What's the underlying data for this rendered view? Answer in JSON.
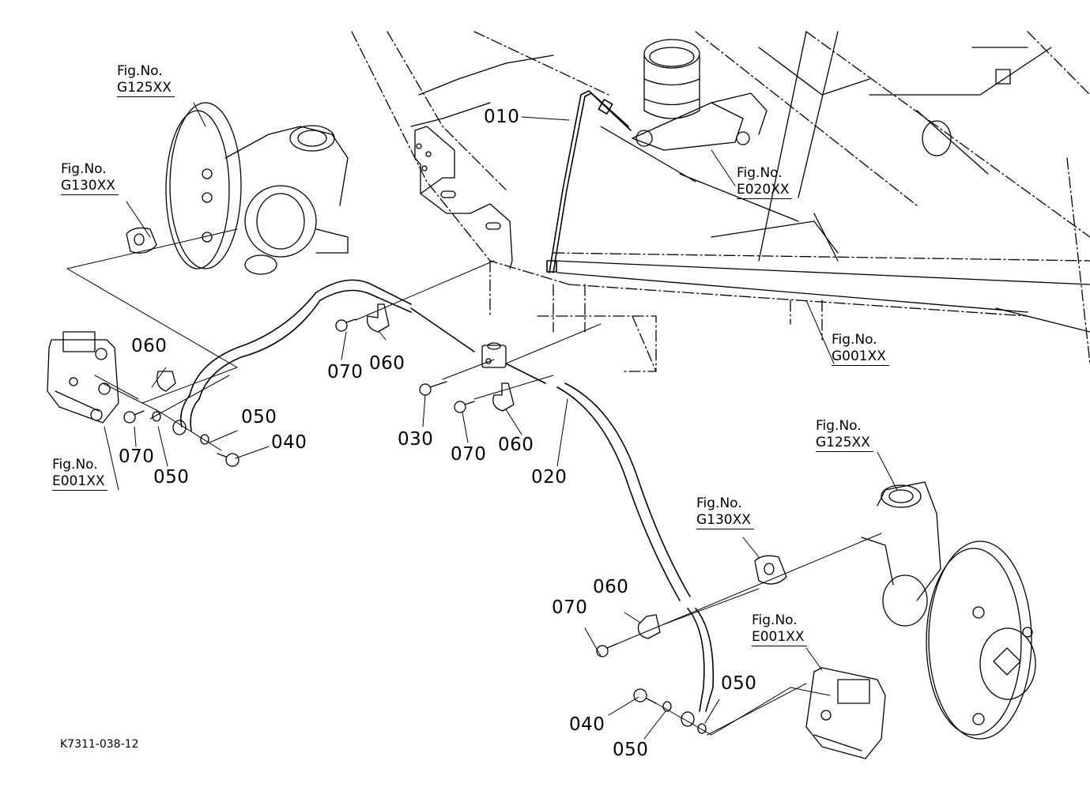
{
  "document_id": "K7311-038-12",
  "figure_refs": [
    {
      "id": "g125-left",
      "prefix": "Fig.No.",
      "code": "G125XX"
    },
    {
      "id": "g130-left",
      "prefix": "Fig.No.",
      "code": "G130XX"
    },
    {
      "id": "e001-left",
      "prefix": "Fig.No.",
      "code": "E001XX"
    },
    {
      "id": "e020",
      "prefix": "Fig.No.",
      "code": "E020XX"
    },
    {
      "id": "g001",
      "prefix": "Fig.No.",
      "code": "G001XX"
    },
    {
      "id": "g125-right",
      "prefix": "Fig.No.",
      "code": "G125XX"
    },
    {
      "id": "g130-right",
      "prefix": "Fig.No.",
      "code": "G130XX"
    },
    {
      "id": "e001-right",
      "prefix": "Fig.No.",
      "code": "E001XX"
    }
  ],
  "part_labels": [
    {
      "id": "p010",
      "text": "010"
    },
    {
      "id": "p020",
      "text": "020"
    },
    {
      "id": "p030",
      "text": "030"
    },
    {
      "id": "p040-left",
      "text": "040"
    },
    {
      "id": "p040-right",
      "text": "040"
    },
    {
      "id": "p050-left-a",
      "text": "050"
    },
    {
      "id": "p050-left-b",
      "text": "050"
    },
    {
      "id": "p050-right-a",
      "text": "050"
    },
    {
      "id": "p050-right-b",
      "text": "050"
    },
    {
      "id": "p060-a",
      "text": "060"
    },
    {
      "id": "p060-b",
      "text": "060"
    },
    {
      "id": "p060-c",
      "text": "060"
    },
    {
      "id": "p060-d",
      "text": "060"
    },
    {
      "id": "p070-a",
      "text": "070"
    },
    {
      "id": "p070-b",
      "text": "070"
    },
    {
      "id": "p070-c",
      "text": "070"
    },
    {
      "id": "p070-d",
      "text": "070"
    }
  ]
}
